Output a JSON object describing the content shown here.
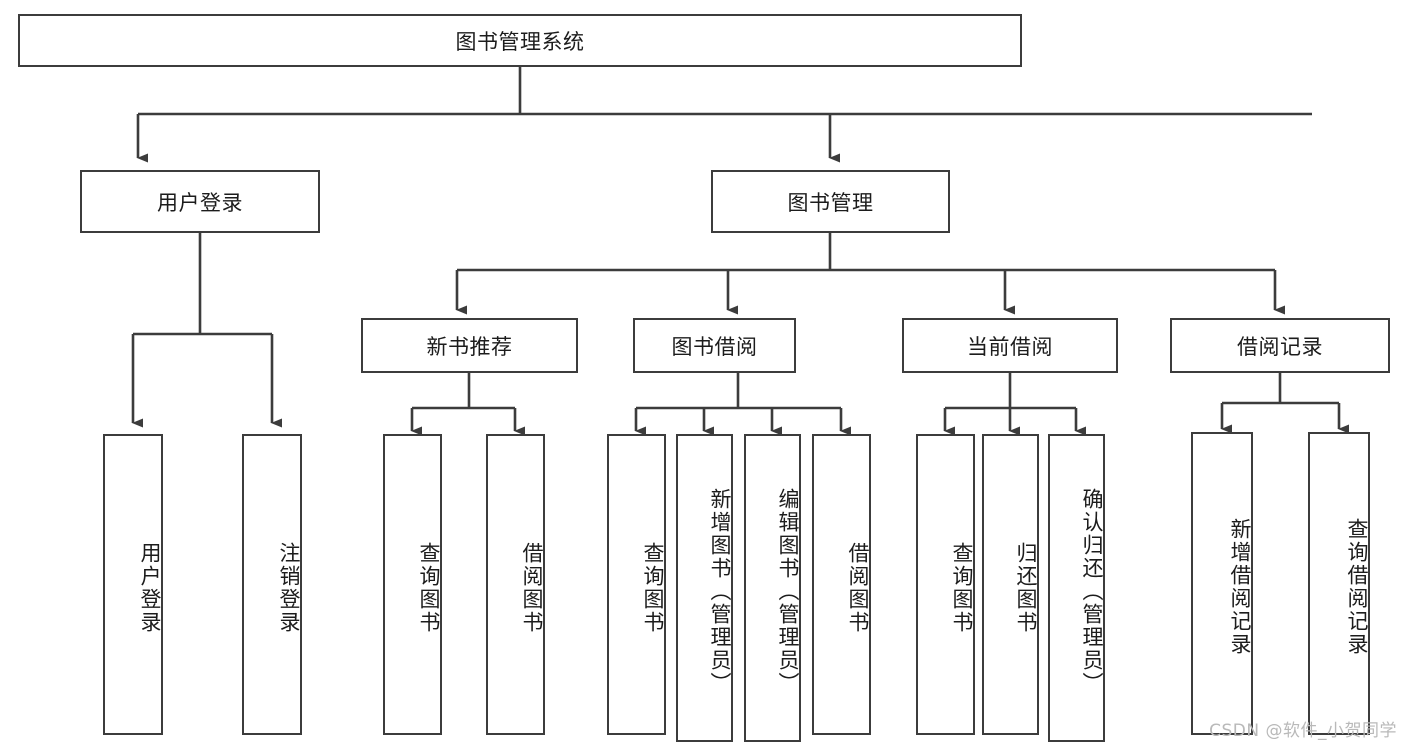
{
  "diagram": {
    "type": "tree-hierarchy",
    "title": "图书管理系统",
    "root": {
      "label": "图书管理系统"
    },
    "level1": [
      {
        "label": "用户登录"
      },
      {
        "label": "图书管理"
      }
    ],
    "level2": [
      {
        "label": "新书推荐"
      },
      {
        "label": "图书借阅"
      },
      {
        "label": "当前借阅"
      },
      {
        "label": "借阅记录"
      }
    ],
    "leaves": {
      "user_login": [
        {
          "label": "用户登录"
        },
        {
          "label": "注销登录"
        }
      ],
      "new_book_recommend": [
        {
          "label": "查询图书"
        },
        {
          "label": "借阅图书"
        }
      ],
      "book_borrow": [
        {
          "label": "查询图书"
        },
        {
          "label": "新增图书（管理员）"
        },
        {
          "label": "编辑图书（管理员）"
        },
        {
          "label": "借阅图书"
        }
      ],
      "current_borrow": [
        {
          "label": "查询图书"
        },
        {
          "label": "归还图书"
        },
        {
          "label": "确认归还（管理员）"
        }
      ],
      "borrow_record": [
        {
          "label": "新增借阅记录"
        },
        {
          "label": "查询借阅记录"
        }
      ]
    }
  },
  "watermark": {
    "text": "CSDN @软件_小贺同学"
  },
  "colors": {
    "line": "#3c3c3c",
    "box_border": "#3c3c3c",
    "background": "#ffffff",
    "text": "#1c1c1c",
    "watermark": "#b9b9b9"
  }
}
